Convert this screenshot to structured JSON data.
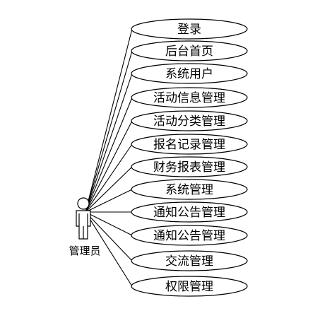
{
  "actor": {
    "name": "管理员",
    "icon": "person-icon"
  },
  "use_cases": [
    {
      "id": "login",
      "label": "登录"
    },
    {
      "id": "backend-home",
      "label": "后台首页"
    },
    {
      "id": "system-users",
      "label": "系统用户"
    },
    {
      "id": "activity-info",
      "label": "活动信息管理"
    },
    {
      "id": "activity-category",
      "label": "活动分类管理"
    },
    {
      "id": "registration-records",
      "label": "报名记录管理"
    },
    {
      "id": "financial-reports",
      "label": "财务报表管理"
    },
    {
      "id": "system-management",
      "label": "系统管理"
    },
    {
      "id": "announcement-1",
      "label": "通知公告管理"
    },
    {
      "id": "announcement-2",
      "label": "通知公告管理"
    },
    {
      "id": "communication",
      "label": "交流管理"
    },
    {
      "id": "permissions",
      "label": "权限管理"
    }
  ]
}
